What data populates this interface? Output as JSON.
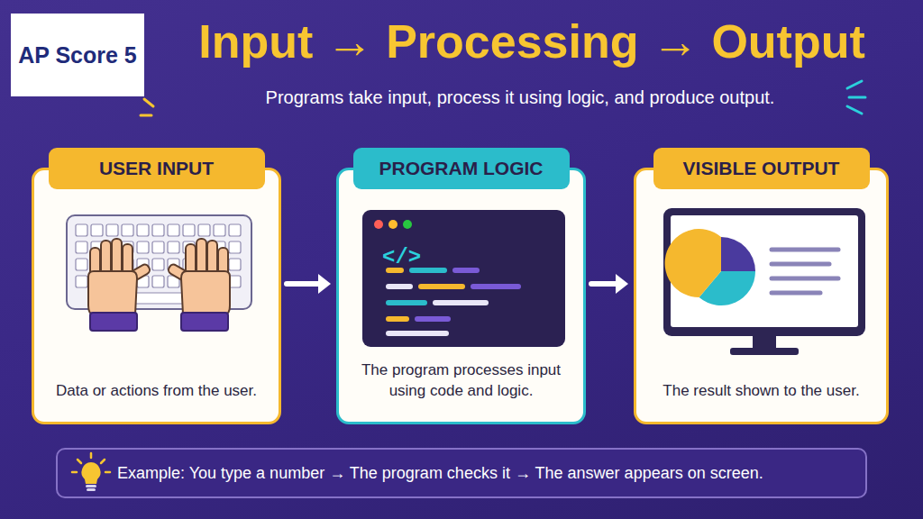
{
  "diagram": {
    "title": "Input → Processing → Output",
    "nodes": [
      {
        "text": [
          "AP Score 5"
        ]
      },
      {
        "text": [
          "USER INPUT",
          "Data or actions from the user."
        ]
      },
      {
        "text": [
          "PROGRAM LOGIC",
          "The program processes input using code and logic."
        ]
      },
      {
        "text": [
          "VISIBLE OUTPUT",
          "The result shown to the user."
        ]
      },
      {
        "text": [
          "Example: You type a number → The program checks it → The answer appears on screen."
        ]
      }
    ],
    "edges": [
      {
        "from": 1,
        "to": 2,
        "arrow": "to"
      },
      {
        "from": 2,
        "to": 3,
        "arrow": "to"
      }
    ],
    "labels": [
      "Programs take input, process it using logic, and produce output.",
      "</>"
    ]
  }
}
